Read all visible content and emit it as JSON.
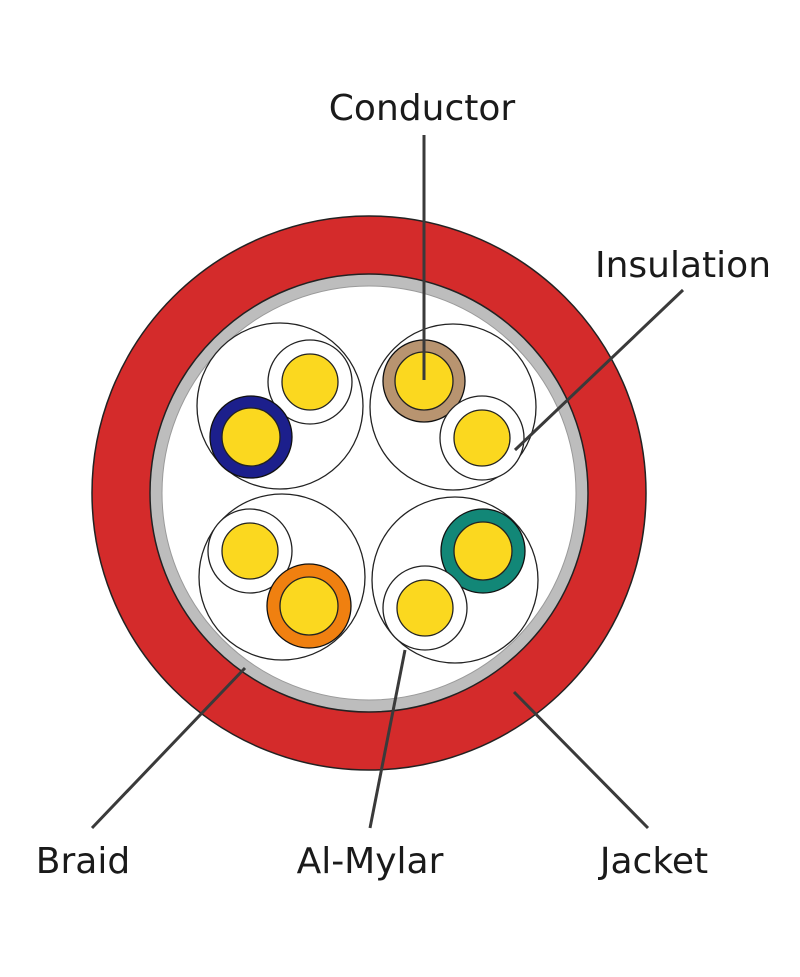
{
  "labels": {
    "conductor": "Conductor",
    "insulation": "Insulation",
    "braid": "Braid",
    "al_mylar": "Al-Mylar",
    "jacket": "Jacket"
  },
  "colors": {
    "jacket": "#d42b2b",
    "braid": "#bdbdbd",
    "conductor": "#fbd81f",
    "pair_colors": [
      "#1c1f8c",
      "#b89470",
      "#f08010",
      "#128777"
    ]
  }
}
